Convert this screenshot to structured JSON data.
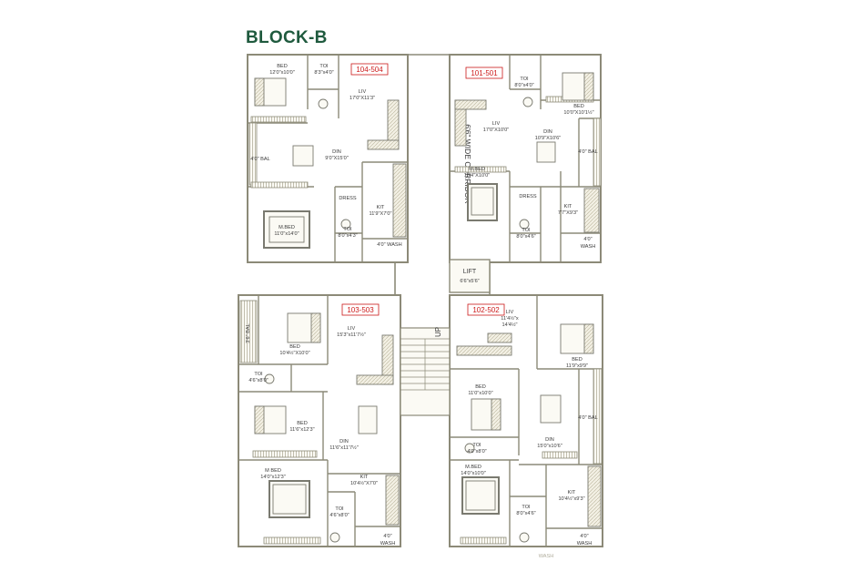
{
  "title": "BLOCK-B",
  "corridor": "6'6\" WIDE CORRIDOR",
  "stair_label": "UP",
  "lift": {
    "name": "LIFT",
    "size": "6'6\"x5'6\""
  },
  "colors": {
    "wall": "#8c8a78",
    "wall_fill": "#f8f6ee",
    "title": "#1f5a3e",
    "unit_label": "#cc1a1a",
    "furniture": "#7a7a70"
  },
  "units": [
    {
      "id": "104-504",
      "rooms": [
        {
          "name": "BED",
          "size": "12'0\"x10'0\""
        },
        {
          "name": "TOI",
          "size": "8'3\"x4'0\""
        },
        {
          "name": "LIV",
          "size": "17'0\"X11'3\""
        },
        {
          "name": "DIN",
          "size": "9'0\"X15'0\""
        },
        {
          "name": "4'0\" BAL",
          "size": ""
        },
        {
          "name": "DRESS",
          "size": ""
        },
        {
          "name": "M.BED",
          "size": "11'0\"x14'0\""
        },
        {
          "name": "TOI",
          "size": "8'0\"x4'3\""
        },
        {
          "name": "KIT",
          "size": "11'9\"X7'0\""
        },
        {
          "name": "4'0\" WASH",
          "size": ""
        }
      ]
    },
    {
      "id": "101-501",
      "rooms": [
        {
          "name": "TOI",
          "size": "8'0\"x4'0\""
        },
        {
          "name": "BED",
          "size": "10'0\"X10'1½\""
        },
        {
          "name": "LIV",
          "size": "17'0\"X10'0\""
        },
        {
          "name": "DIN",
          "size": "10'9\"X10'6\""
        },
        {
          "name": "4'0\" BAL",
          "size": ""
        },
        {
          "name": "M.BED",
          "size": "15'4\"X10'0\""
        },
        {
          "name": "DRESS",
          "size": ""
        },
        {
          "name": "TOI",
          "size": "8'0\"x4'6\""
        },
        {
          "name": "KIT",
          "size": "7'7\"X9'3\""
        },
        {
          "name": "4'0\"",
          "size": "WASH"
        }
      ]
    },
    {
      "id": "103-503",
      "rooms": [
        {
          "name": "3'6\" BAL",
          "size": ""
        },
        {
          "name": "BED",
          "size": "10'4½\"X10'0\""
        },
        {
          "name": "LIV",
          "size": "15'3\"x11'7½\""
        },
        {
          "name": "TOI",
          "size": "4'6\"x8'0\""
        },
        {
          "name": "BED",
          "size": "11'6\"x12'3\""
        },
        {
          "name": "DIN",
          "size": "11'6\"x11'7½\""
        },
        {
          "name": "M BED",
          "size": "14'0\"x12'3\""
        },
        {
          "name": "KIT",
          "size": "10'4½\"X7'0\""
        },
        {
          "name": "TOI",
          "size": "4'6\"x8'0\""
        },
        {
          "name": "4'0\"",
          "size": "WASH"
        }
      ]
    },
    {
      "id": "102-502",
      "rooms": [
        {
          "name": "LIV",
          "size": "11'4½\"x"
        },
        {
          "name": "",
          "size": "14'4½\""
        },
        {
          "name": "BED",
          "size": "11'9\"x9'9\""
        },
        {
          "name": "BED",
          "size": "11'0\"x10'0\""
        },
        {
          "name": "4'0\" BAL",
          "size": ""
        },
        {
          "name": "TOI",
          "size": "4'0\"x8'0\""
        },
        {
          "name": "DIN",
          "size": "15'0\"x10'6\""
        },
        {
          "name": "M.BED",
          "size": "14'0\"x10'0\""
        },
        {
          "name": "KIT",
          "size": "10'4½\"x9'3\""
        },
        {
          "name": "TOI",
          "size": "8'0\"x4'6\""
        },
        {
          "name": "4'0\"",
          "size": "WASH"
        }
      ]
    }
  ],
  "footer_fragment": "WASH"
}
